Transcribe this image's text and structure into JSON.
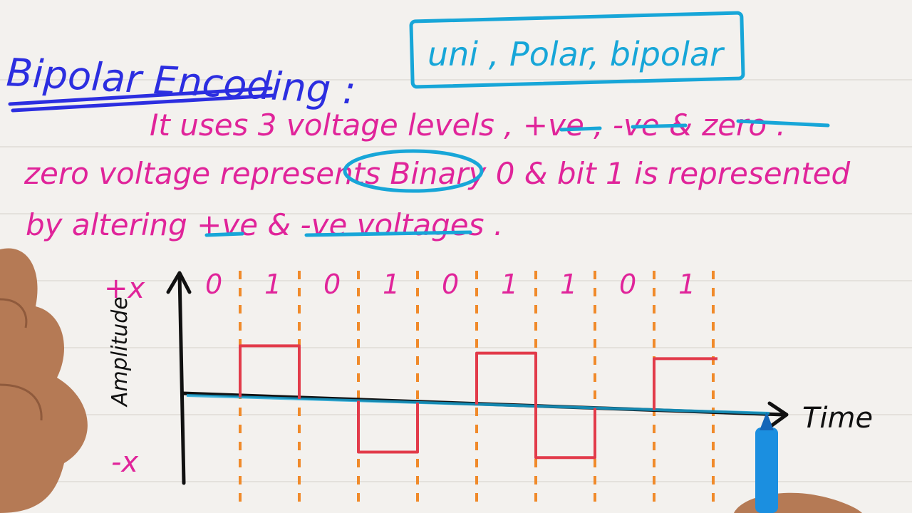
{
  "header": {
    "title": "Bipolar Encoding :",
    "types_box": "uni , Polar, bipolar"
  },
  "notes": {
    "line1": "It uses 3 voltage levels , +ve , -ve & zero .",
    "line2": "zero voltage represents Binary 0 & bit 1 is represented",
    "line3": "by altering +ve & -ve voltages ."
  },
  "diagram": {
    "bits": [
      "0",
      "1",
      "0",
      "1",
      "0",
      "1",
      "1",
      "0",
      "1"
    ],
    "levels": [
      0,
      1,
      0,
      -1,
      0,
      1,
      -1,
      0,
      1
    ],
    "y_top_label": "+x",
    "y_bottom_label": "-x",
    "y_axis_label": "Amplitude",
    "x_axis_label": "Time"
  },
  "colors": {
    "paper": "#f3f1ee",
    "title_blue": "#2c2ee0",
    "cyan": "#17a6d8",
    "magenta": "#e0249a",
    "signal_red": "#e23b4a",
    "orange": "#f08a2a",
    "ink": "#111111",
    "skin": "#b57a55"
  }
}
